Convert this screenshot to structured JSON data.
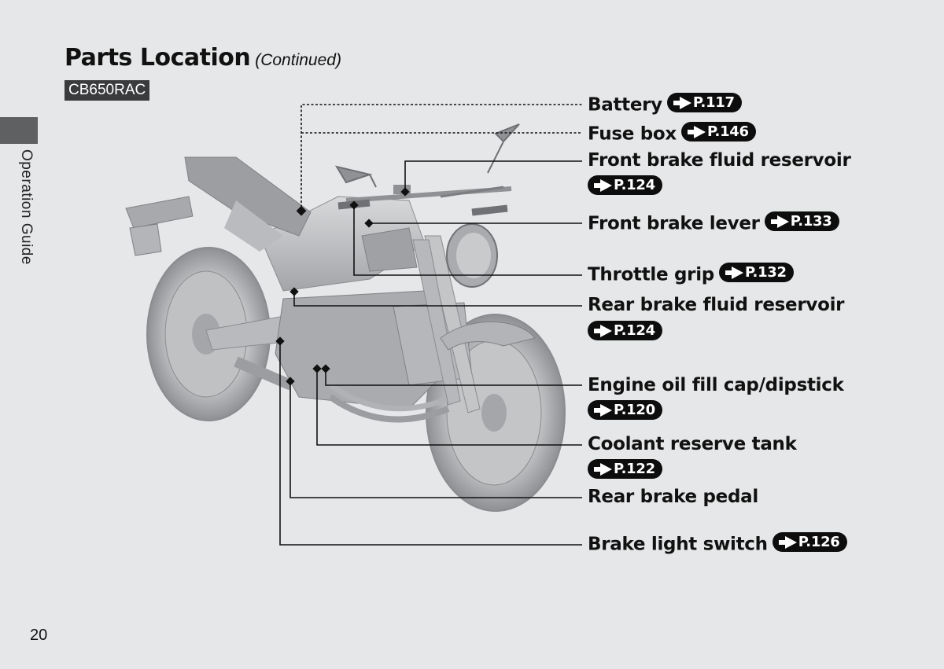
{
  "header": {
    "title": "Parts Location",
    "continued": "(Continued)",
    "model": "CB650RAC"
  },
  "sidebar": {
    "label": "Operation Guide"
  },
  "footer": {
    "page_number": "20"
  },
  "labels": {
    "battery": {
      "text": "Battery",
      "ref": "P.117"
    },
    "fuse_box": {
      "text": "Fuse box",
      "ref": "P.146"
    },
    "front_brake_fluid_reservoir": {
      "text": "Front brake fluid reservoir",
      "ref": "P.124"
    },
    "front_brake_lever": {
      "text": "Front brake lever",
      "ref": "P.133"
    },
    "throttle_grip": {
      "text": "Throttle grip",
      "ref": "P.132"
    },
    "rear_brake_fluid_reservoir": {
      "text": "Rear brake fluid reservoir",
      "ref": "P.124"
    },
    "engine_oil_fill_cap": {
      "text": "Engine oil fill cap/dipstick",
      "ref": "P.120"
    },
    "coolant_reserve_tank": {
      "text": "Coolant reserve tank",
      "ref": "P.122"
    },
    "rear_brake_pedal": {
      "text": "Rear brake pedal"
    },
    "brake_light_switch": {
      "text": "Brake light switch",
      "ref": "P.126"
    }
  },
  "colors": {
    "background": "#e6e7e8",
    "tab": "#5f6062",
    "badge": "#0d0d0d",
    "model_tag": "#3a3b3d"
  }
}
